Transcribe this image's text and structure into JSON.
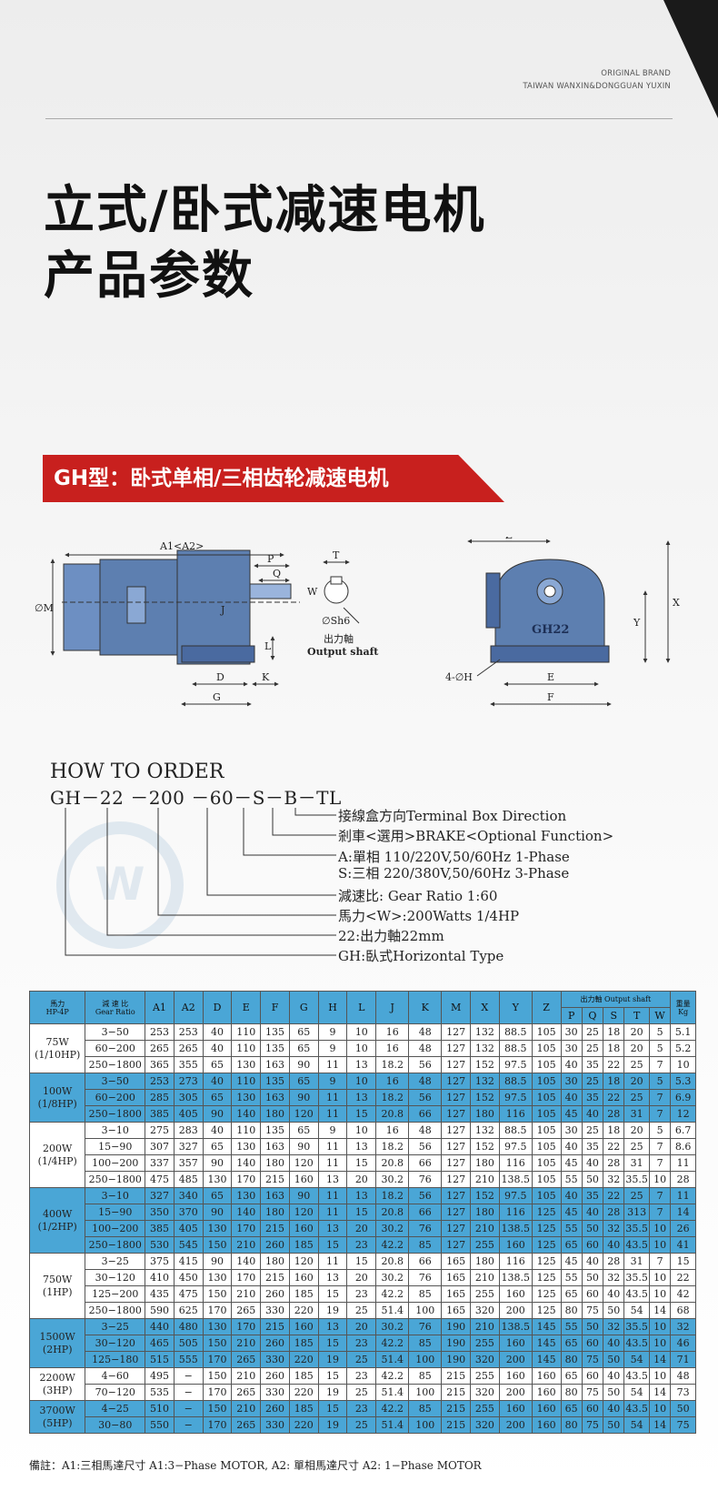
{
  "brand": {
    "line1": "ORIGINAL BRAND",
    "line2": "TAIWAN WANXIN&DONGGUAN YUXIN"
  },
  "title": {
    "line1": "立式/卧式减速电机",
    "line2": "产品参数"
  },
  "banner": "GH型：卧式单相/三相齿轮减速电机",
  "drawing": {
    "labels": {
      "a1": "A1<A2>",
      "p": "P",
      "q": "Q",
      "m": "∅M",
      "j": "J",
      "l": "L",
      "d": "D",
      "k": "K",
      "g": "G",
      "t": "T",
      "w": "W",
      "sh": "∅Sh6",
      "shaft_cn": "出力軸",
      "shaft_en": "Output shaft",
      "z": "Z",
      "x": "X",
      "y": "Y",
      "e": "E",
      "f": "F",
      "h": "4-∅H",
      "model": "GH22"
    }
  },
  "order": {
    "heading": "HOW TO ORDER",
    "code": "GH－22 －200 －60－S－B－TL",
    "items": [
      "接線盒方向Terminal Box Direction",
      "剎車<選用>BRAKE<Optional Function>",
      "A:單相 110/220V,50/60Hz 1-Phase",
      "S:三相 220/380V,50/60Hz 3-Phase",
      "減速比:  Gear Ratio 1:60",
      "馬力<W>:200Watts 1/4HP",
      "22:出力軸22mm",
      "GH:臥式Horizontal Type"
    ]
  },
  "table": {
    "headers": {
      "hp": "馬力\nHP-4P",
      "ratio": "減 速 比\nGear Ratio",
      "cols": [
        "A1",
        "A2",
        "D",
        "E",
        "F",
        "G",
        "H",
        "L",
        "J",
        "K",
        "M",
        "X",
        "Y",
        "Z"
      ],
      "shaft": "出力軸 Output shaft",
      "shaft_cols": [
        "P",
        "Q",
        "S",
        "T",
        "W"
      ],
      "weight": "重量\nKg"
    },
    "groups": [
      {
        "hp": "75W\n(1/10HP)",
        "color": "white",
        "rows": [
          [
            "3−50",
            "253",
            "253",
            "40",
            "110",
            "135",
            "65",
            "9",
            "10",
            "16",
            "48",
            "127",
            "132",
            "88.5",
            "105",
            "30",
            "25",
            "18",
            "20",
            "5",
            "5.1"
          ],
          [
            "60−200",
            "265",
            "265",
            "40",
            "110",
            "135",
            "65",
            "9",
            "10",
            "16",
            "48",
            "127",
            "132",
            "88.5",
            "105",
            "30",
            "25",
            "18",
            "20",
            "5",
            "5.2"
          ],
          [
            "250−1800",
            "365",
            "355",
            "65",
            "130",
            "163",
            "90",
            "11",
            "13",
            "18.2",
            "56",
            "127",
            "152",
            "97.5",
            "105",
            "40",
            "35",
            "22",
            "25",
            "7",
            "10"
          ]
        ]
      },
      {
        "hp": "100W\n(1/8HP)",
        "color": "blue",
        "rows": [
          [
            "3−50",
            "253",
            "273",
            "40",
            "110",
            "135",
            "65",
            "9",
            "10",
            "16",
            "48",
            "127",
            "132",
            "88.5",
            "105",
            "30",
            "25",
            "18",
            "20",
            "5",
            "5.3"
          ],
          [
            "60−200",
            "285",
            "305",
            "65",
            "130",
            "163",
            "90",
            "11",
            "13",
            "18.2",
            "56",
            "127",
            "152",
            "97.5",
            "105",
            "40",
            "35",
            "22",
            "25",
            "7",
            "6.9"
          ],
          [
            "250−1800",
            "385",
            "405",
            "90",
            "140",
            "180",
            "120",
            "11",
            "15",
            "20.8",
            "66",
            "127",
            "180",
            "116",
            "105",
            "45",
            "40",
            "28",
            "31",
            "7",
            "12"
          ]
        ]
      },
      {
        "hp": "200W\n(1/4HP)",
        "color": "white",
        "rows": [
          [
            "3−10",
            "275",
            "283",
            "40",
            "110",
            "135",
            "65",
            "9",
            "10",
            "16",
            "48",
            "127",
            "132",
            "88.5",
            "105",
            "30",
            "25",
            "18",
            "20",
            "5",
            "6.7"
          ],
          [
            "15−90",
            "307",
            "327",
            "65",
            "130",
            "163",
            "90",
            "11",
            "13",
            "18.2",
            "56",
            "127",
            "152",
            "97.5",
            "105",
            "40",
            "35",
            "22",
            "25",
            "7",
            "8.6"
          ],
          [
            "100−200",
            "337",
            "357",
            "90",
            "140",
            "180",
            "120",
            "11",
            "15",
            "20.8",
            "66",
            "127",
            "180",
            "116",
            "105",
            "45",
            "40",
            "28",
            "31",
            "7",
            "11"
          ],
          [
            "250−1800",
            "475",
            "485",
            "130",
            "170",
            "215",
            "160",
            "13",
            "20",
            "30.2",
            "76",
            "127",
            "210",
            "138.5",
            "105",
            "55",
            "50",
            "32",
            "35.5",
            "10",
            "28"
          ]
        ]
      },
      {
        "hp": "400W\n(1/2HP)",
        "color": "blue",
        "rows": [
          [
            "3−10",
            "327",
            "340",
            "65",
            "130",
            "163",
            "90",
            "11",
            "13",
            "18.2",
            "56",
            "127",
            "152",
            "97.5",
            "105",
            "40",
            "35",
            "22",
            "25",
            "7",
            "11"
          ],
          [
            "15−90",
            "350",
            "370",
            "90",
            "140",
            "180",
            "120",
            "11",
            "15",
            "20.8",
            "66",
            "127",
            "180",
            "116",
            "125",
            "45",
            "40",
            "28",
            "313",
            "7",
            "14"
          ],
          [
            "100−200",
            "385",
            "405",
            "130",
            "170",
            "215",
            "160",
            "13",
            "20",
            "30.2",
            "76",
            "127",
            "210",
            "138.5",
            "125",
            "55",
            "50",
            "32",
            "35.5",
            "10",
            "26"
          ],
          [
            "250−1800",
            "530",
            "545",
            "150",
            "210",
            "260",
            "185",
            "15",
            "23",
            "42.2",
            "85",
            "127",
            "255",
            "160",
            "125",
            "65",
            "60",
            "40",
            "43.5",
            "10",
            "41"
          ]
        ]
      },
      {
        "hp": "750W\n(1HP)",
        "color": "white",
        "rows": [
          [
            "3−25",
            "375",
            "415",
            "90",
            "140",
            "180",
            "120",
            "11",
            "15",
            "20.8",
            "66",
            "165",
            "180",
            "116",
            "125",
            "45",
            "40",
            "28",
            "31",
            "7",
            "15"
          ],
          [
            "30−120",
            "410",
            "450",
            "130",
            "170",
            "215",
            "160",
            "13",
            "20",
            "30.2",
            "76",
            "165",
            "210",
            "138.5",
            "125",
            "55",
            "50",
            "32",
            "35.5",
            "10",
            "22"
          ],
          [
            "125−200",
            "435",
            "475",
            "150",
            "210",
            "260",
            "185",
            "15",
            "23",
            "42.2",
            "85",
            "165",
            "255",
            "160",
            "125",
            "65",
            "60",
            "40",
            "43.5",
            "10",
            "42"
          ],
          [
            "250−1800",
            "590",
            "625",
            "170",
            "265",
            "330",
            "220",
            "19",
            "25",
            "51.4",
            "100",
            "165",
            "320",
            "200",
            "125",
            "80",
            "75",
            "50",
            "54",
            "14",
            "68"
          ]
        ]
      },
      {
        "hp": "1500W\n(2HP)",
        "color": "blue",
        "rows": [
          [
            "3−25",
            "440",
            "480",
            "130",
            "170",
            "215",
            "160",
            "13",
            "20",
            "30.2",
            "76",
            "190",
            "210",
            "138.5",
            "145",
            "55",
            "50",
            "32",
            "35.5",
            "10",
            "32"
          ],
          [
            "30−120",
            "465",
            "505",
            "150",
            "210",
            "260",
            "185",
            "15",
            "23",
            "42.2",
            "85",
            "190",
            "255",
            "160",
            "145",
            "65",
            "60",
            "40",
            "43.5",
            "10",
            "46"
          ],
          [
            "125−180",
            "515",
            "555",
            "170",
            "265",
            "330",
            "220",
            "19",
            "25",
            "51.4",
            "100",
            "190",
            "320",
            "200",
            "145",
            "80",
            "75",
            "50",
            "54",
            "14",
            "71"
          ]
        ]
      },
      {
        "hp": "2200W\n(3HP)",
        "color": "white",
        "rows": [
          [
            "4−60",
            "495",
            "−",
            "150",
            "210",
            "260",
            "185",
            "15",
            "23",
            "42.2",
            "85",
            "215",
            "255",
            "160",
            "160",
            "65",
            "60",
            "40",
            "43.5",
            "10",
            "48"
          ],
          [
            "70−120",
            "535",
            "−",
            "170",
            "265",
            "330",
            "220",
            "19",
            "25",
            "51.4",
            "100",
            "215",
            "320",
            "200",
            "160",
            "80",
            "75",
            "50",
            "54",
            "14",
            "73"
          ]
        ]
      },
      {
        "hp": "3700W\n(5HP)",
        "color": "blue",
        "rows": [
          [
            "4−25",
            "510",
            "−",
            "150",
            "210",
            "260",
            "185",
            "15",
            "23",
            "42.2",
            "85",
            "215",
            "255",
            "160",
            "160",
            "65",
            "60",
            "40",
            "43.5",
            "10",
            "50"
          ],
          [
            "30−80",
            "550",
            "−",
            "170",
            "265",
            "330",
            "220",
            "19",
            "25",
            "51.4",
            "100",
            "215",
            "320",
            "200",
            "160",
            "80",
            "75",
            "50",
            "54",
            "14",
            "75"
          ]
        ]
      }
    ]
  },
  "note": "備註：A1:三相馬達尺寸 A1:3−Phase MOTOR, A2: 單相馬達尺寸 A2: 1−Phase MOTOR",
  "colors": {
    "accent": "#c8201e",
    "table_blue": "#4aa6d6",
    "motor_blue": "#5d7fb0"
  }
}
